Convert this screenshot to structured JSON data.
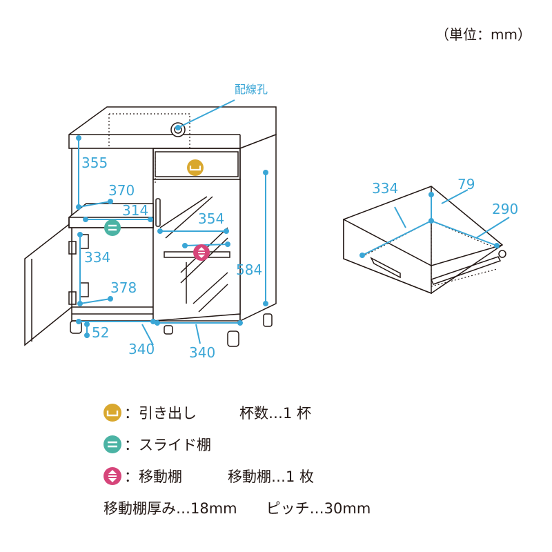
{
  "unit_label": "（単位：mm）",
  "callout_label": "配線孔",
  "dimensions": {
    "d355": "355",
    "d370": "370",
    "d314": "314",
    "d354": "354",
    "d334": "334",
    "d584": "584",
    "d378": "378",
    "d52": "52",
    "d340a": "340",
    "d340b": "340",
    "drawer_334": "334",
    "drawer_79": "79",
    "drawer_290": "290"
  },
  "legend": {
    "drawer": {
      "label": "：引き出し",
      "spec": "杯数…1 杯",
      "color": "#d9a82f"
    },
    "slide_shelf": {
      "label": "：スライド棚",
      "color": "#4bb3a4"
    },
    "movable_shelf": {
      "label": "：移動棚",
      "spec": "移動棚…1 枚",
      "color": "#d6457a"
    },
    "shelf_thickness": "移動棚厚み…18mm",
    "pitch": "ピッチ…30mm"
  },
  "colors": {
    "outline": "#231815",
    "dimension": "#3aa6d6"
  }
}
